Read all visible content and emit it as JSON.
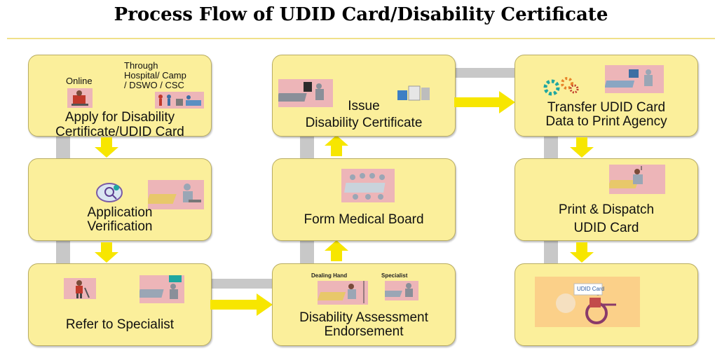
{
  "title": "Process Flow of UDID Card/Disability Certificate",
  "colors": {
    "box_fill": "#fbef9b",
    "arrow": "#f7e600",
    "connector": "#c8c8c8",
    "illustration_bg": "#edb5b8"
  },
  "steps": {
    "apply": {
      "line1": "Apply for Disability",
      "line2": "Certificate/UDID Card",
      "online_label": "Online",
      "offline_line1": "Through",
      "offline_line2": "Hospital/ Camp",
      "offline_line3": "/ DSWO / CSC"
    },
    "verify": {
      "line1": "Application",
      "line2": "Verification"
    },
    "refer": {
      "line1": "Refer to Specialist"
    },
    "assess": {
      "line1": "Disability Assessment",
      "line2": "Endorsement",
      "dealing_hand_label": "Dealing Hand",
      "specialist_label": "Specialist"
    },
    "board": {
      "line1": "Form Medical Board"
    },
    "issue": {
      "line1": "Issue",
      "line2": "Disability Certificate"
    },
    "transfer": {
      "line1": "Transfer UDID Card",
      "line2": "Data to Print Agency"
    },
    "print": {
      "line1": "Print & Dispatch",
      "line2": "UDID Card"
    },
    "final": {
      "card_label": "UDID Card"
    }
  }
}
